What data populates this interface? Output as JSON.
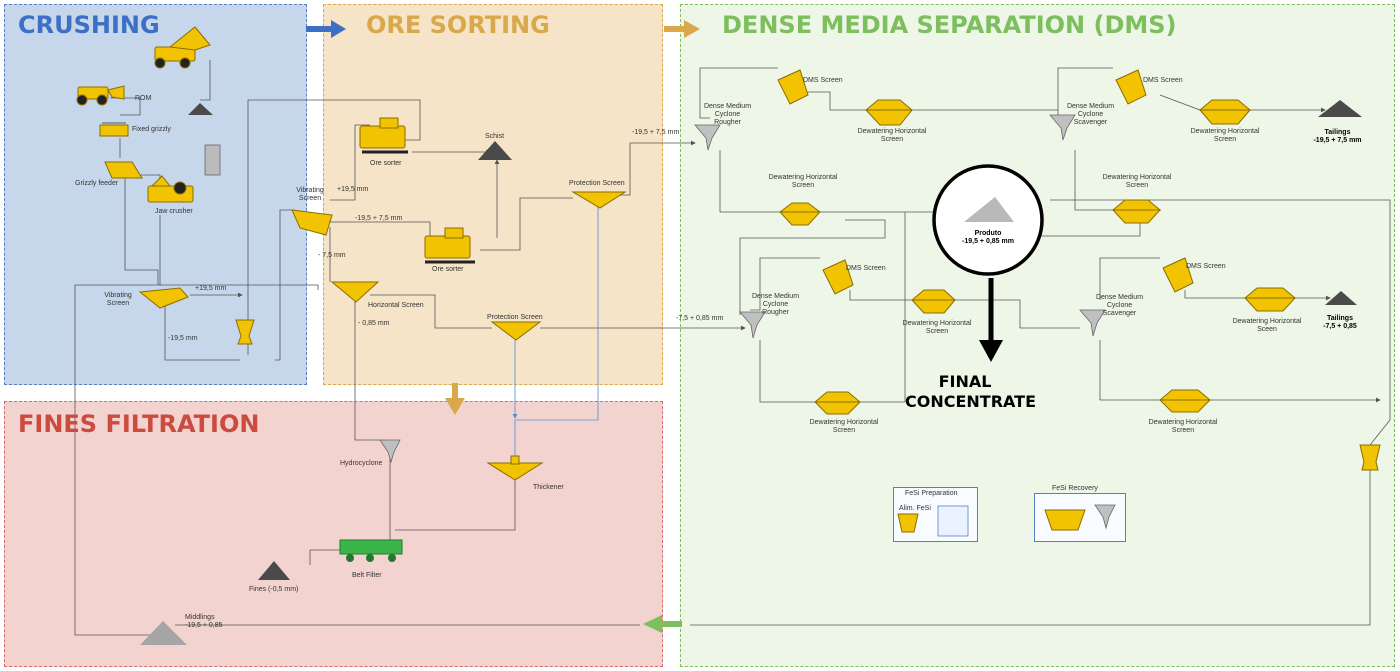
{
  "zones": {
    "crushing": "CRUSHING",
    "ore_sorting": "ORE SORTING",
    "dms": "DENSE MEDIA SEPARATION (DMS)",
    "fines": "FINES FILTRATION"
  },
  "crushing": {
    "rom": "ROM",
    "fixed_grizzly": "Fixed grizzly",
    "grizzly_feeder": "Grizzly feeder",
    "jaw_crusher": "Jaw crusher",
    "vibrating_screen": [
      "Vibrating",
      "Screen"
    ],
    "plus_19_5": "+19,5 mm",
    "minus_19_5": "-19,5 mm"
  },
  "sorting": {
    "vibrating_screen": [
      "Vibrating",
      "Screen"
    ],
    "plus_19_5": "+19,5 mm",
    "ore_sorter_1": "Ore sorter",
    "schist": "Schist",
    "range_19_7": "-19,5 + 7,5 mm",
    "minus_7_5": "- 7,5 mm",
    "ore_sorter_2": "Ore sorter",
    "protection_screen_1": "Protection Screen",
    "horizontal_screen": "Horizontal  Screen",
    "minus_0_85": "- 0,85 mm",
    "protection_screen_2": "Protection Screen"
  },
  "dms": {
    "range_top": "-19,5 + 7,5 mm",
    "range_bottom": "-7,5 + 0,85 mm",
    "dms_screen": "DMS Screen",
    "rougher": [
      "Dense Medium",
      "Cyclone",
      "Rougher"
    ],
    "scavenger": [
      "Dense Medium",
      "Cyclone",
      "Scavenger"
    ],
    "dewatering": [
      "Dewatering Horizontal",
      "Screen"
    ],
    "dewatering_alt": [
      "Dewatering Horizontal",
      "Sceen"
    ],
    "tailings_title": "Tailings",
    "tailings_1": "-19,5 + 7,5 mm",
    "tailings_2": "-7,5 + 0,85",
    "produto_title": "Produto",
    "produto_range": "-19,5 + 0,85 mm",
    "final": [
      "FINAL",
      "CONCENTRATE"
    ],
    "fesi_prep": "FeSi Preparation",
    "alim_fesi": "Alim. FeSi",
    "fesi_recovery": "FeSi Recovery"
  },
  "fines": {
    "hydrocyclone": "Hydrocyclone",
    "thickener": "Thickener",
    "belt_filter": "Belt Filter",
    "fines_label": "Fines (-0,5 mm)",
    "middlings": [
      "Middlings",
      "-19,5 + 0,85"
    ]
  },
  "colors": {
    "equipment": "#f2c300",
    "equipment_dark": "#8a6d00",
    "stockpile": "#4a4a4a",
    "blue_arrow": "#3d6fc4",
    "orange_arrow": "#d9a84a",
    "green_arrow": "#7cbf5c"
  }
}
